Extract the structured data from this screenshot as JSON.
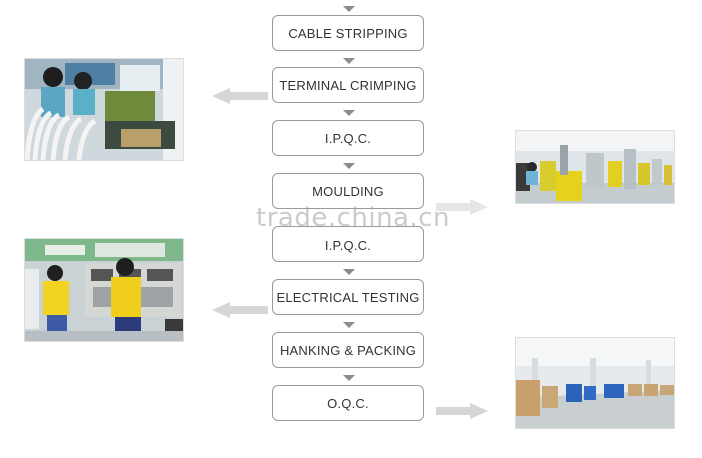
{
  "steps": [
    {
      "label": "CABLE STRIPPING"
    },
    {
      "label": "TERMINAL CRIMPING"
    },
    {
      "label": "I.P.Q.C."
    },
    {
      "label": "MOULDING"
    },
    {
      "label": "I.P.Q.C."
    },
    {
      "label": "ELECTRICAL TESTING"
    },
    {
      "label": "HANKING & PACKING"
    },
    {
      "label": "O.Q.C."
    }
  ],
  "watermark": "trade.china.cn",
  "colors": {
    "border": "#9a9a9a",
    "arrow": "#d6d6d6",
    "text": "#333333"
  }
}
